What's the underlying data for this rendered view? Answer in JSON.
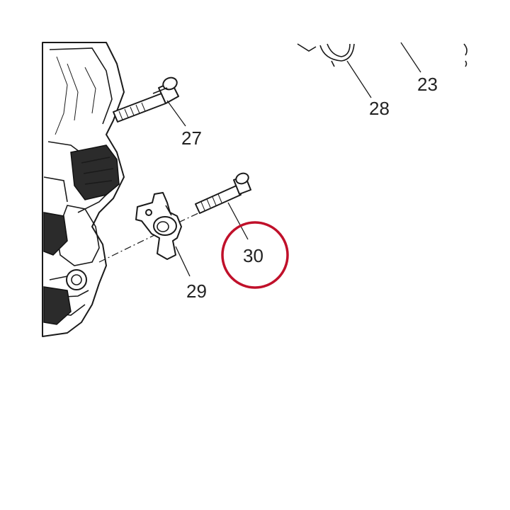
{
  "callouts": {
    "c27": "27",
    "c28": "28",
    "c23": "23",
    "c29": "29",
    "c30": "30"
  },
  "highlight": {
    "target": "30",
    "color": "#c0102a"
  }
}
